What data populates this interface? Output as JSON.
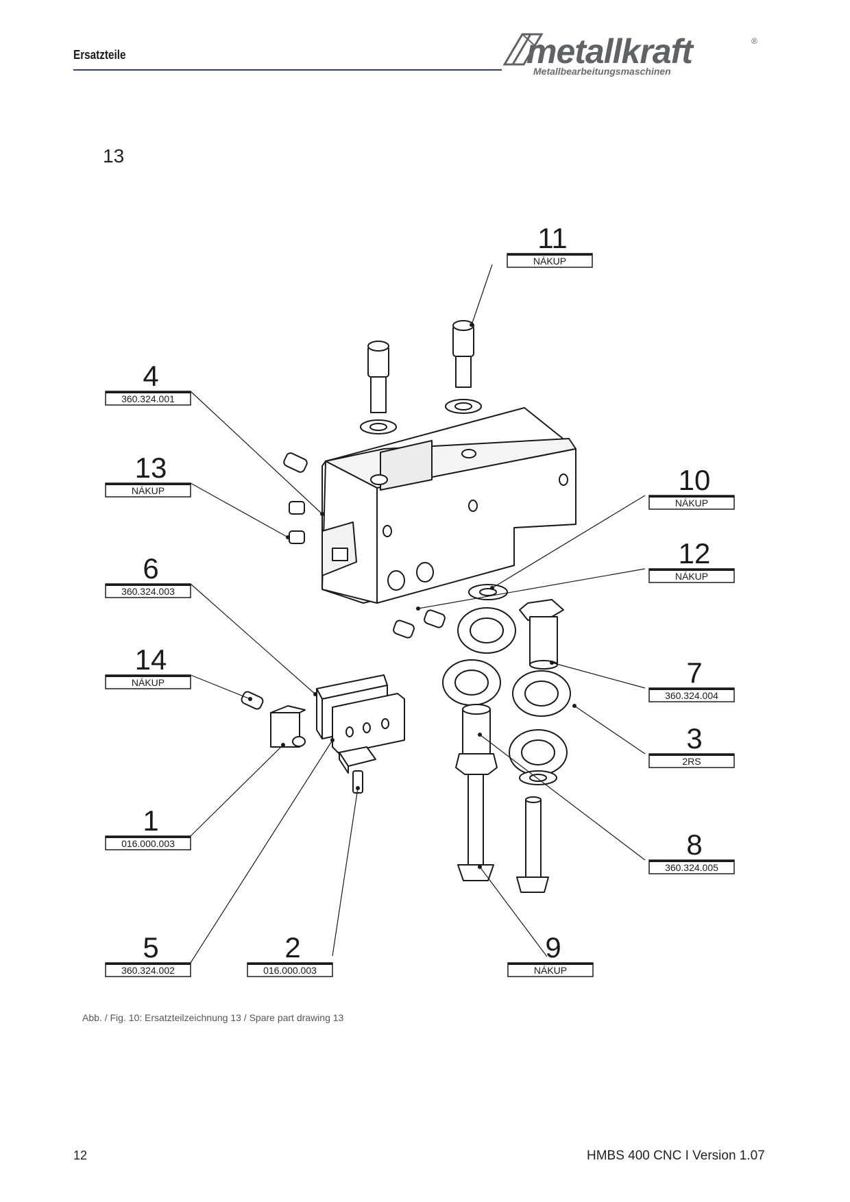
{
  "header": {
    "section_title": "Ersatzteile",
    "logo_text": "metallkraft",
    "logo_registered": "®",
    "logo_subtitle": "Metallbearbeitungsmaschinen",
    "rule_color": "#1e3f97"
  },
  "page_heading": "13",
  "callouts": [
    {
      "number": "11",
      "part": "NÁKUP"
    },
    {
      "number": "4",
      "part": "360.324.001"
    },
    {
      "number": "13",
      "part": "NÁKUP"
    },
    {
      "number": "10",
      "part": "NÁKUP"
    },
    {
      "number": "12",
      "part": "NÁKUP"
    },
    {
      "number": "6",
      "part": "360.324.003"
    },
    {
      "number": "14",
      "part": "NÁKUP"
    },
    {
      "number": "7",
      "part": "360.324.004"
    },
    {
      "number": "3",
      "part": "2RS"
    },
    {
      "number": "1",
      "part": "016.000.003"
    },
    {
      "number": "8",
      "part": "360.324.005"
    },
    {
      "number": "5",
      "part": "360.324.002"
    },
    {
      "number": "2",
      "part": "016.000.003"
    },
    {
      "number": "9",
      "part": "NÁKUP"
    }
  ],
  "caption": "Abb. / Fig. 10: Ersatzteilzeichnung 13 / Spare part drawing 13",
  "footer": {
    "page_number": "12",
    "document": "HMBS 400 CNC I Version 1.07"
  }
}
